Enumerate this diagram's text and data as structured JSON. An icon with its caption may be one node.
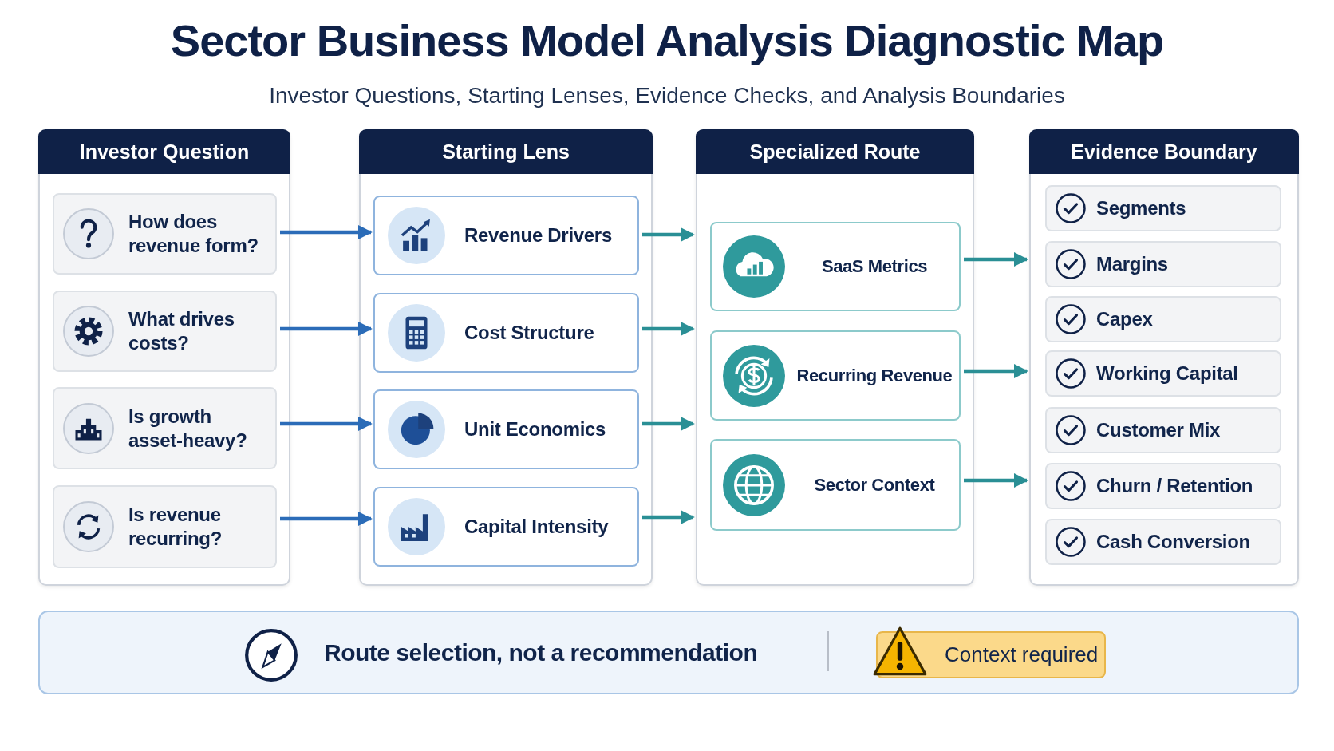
{
  "diagram": {
    "title": "Sector Business Model Analysis Diagnostic Map",
    "caption": "Investor Questions, Starting Lenses, Evidence Checks, and Analysis Boundaries",
    "nodes": [
      {
        "text": [
          "Investor Question"
        ]
      },
      {
        "text": [
          "How does revenue form?"
        ],
        "in": 0
      },
      {
        "text": [
          "What drives costs?"
        ],
        "in": 0
      },
      {
        "text": [
          "Is growth asset-heavy?"
        ],
        "in": 0
      },
      {
        "text": [
          "Is revenue recurring?"
        ],
        "in": 0
      },
      {
        "text": [
          "Starting Lens"
        ]
      },
      {
        "text": [
          "Revenue Drivers"
        ],
        "in": 5
      },
      {
        "text": [
          "Cost Structure"
        ],
        "in": 5
      },
      {
        "text": [
          "Unit Economics"
        ],
        "in": 5
      },
      {
        "text": [
          "Capital Intensity"
        ],
        "in": 5
      },
      {
        "text": [
          "Specialized Route"
        ]
      },
      {
        "text": [
          "SaaS Metrics"
        ],
        "in": 10
      },
      {
        "text": [
          "Recurring Revenue"
        ],
        "in": 10
      },
      {
        "text": [
          "Sector Context"
        ],
        "in": 10
      },
      {
        "text": [
          "Evidence Boundary"
        ]
      },
      {
        "text": [
          "Segments"
        ],
        "in": 14
      },
      {
        "text": [
          "Margins"
        ],
        "in": 14
      },
      {
        "text": [
          "Capex"
        ],
        "in": 14
      },
      {
        "text": [
          "Working Capital"
        ],
        "in": 14
      },
      {
        "text": [
          "Customer Mix"
        ],
        "in": 14
      },
      {
        "text": [
          "Churn / Retention"
        ],
        "in": 14
      },
      {
        "text": [
          "Cash Conversion"
        ],
        "in": 14
      },
      {
        "text": [
          "Route selection, not a recommendation"
        ]
      },
      {
        "text": [
          "Context required"
        ],
        "in": 22
      }
    ],
    "edges": [
      {
        "from": 1,
        "to": 6,
        "arrow": "to",
        "color": "#2b6cb8"
      },
      {
        "from": 2,
        "to": 7,
        "arrow": "to",
        "color": "#2b6cb8"
      },
      {
        "from": 3,
        "to": 8,
        "arrow": "to",
        "color": "#2b6cb8"
      },
      {
        "from": 4,
        "to": 9,
        "arrow": "to",
        "color": "#2b6cb8"
      },
      {
        "from": 6,
        "to": 10,
        "arrow": "to"
      },
      {
        "from": 7,
        "to": 10,
        "arrow": "to"
      },
      {
        "from": 8,
        "to": 10,
        "arrow": "to"
      },
      {
        "from": 9,
        "to": 10,
        "arrow": "to"
      },
      {
        "from": 11,
        "to": 14,
        "arrow": "to"
      },
      {
        "from": 12,
        "to": 14,
        "arrow": "to"
      },
      {
        "from": 13,
        "to": 14,
        "arrow": "to"
      }
    ]
  }
}
